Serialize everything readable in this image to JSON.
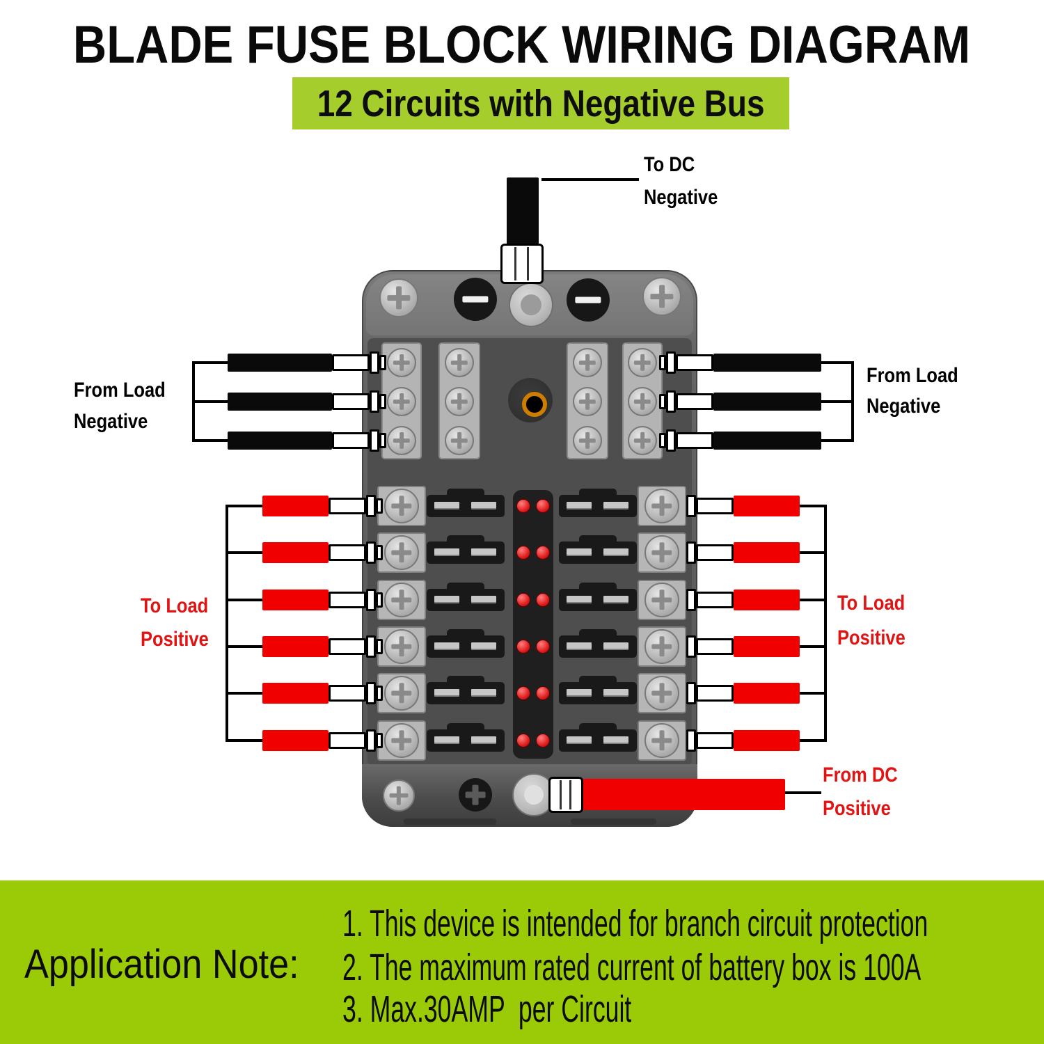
{
  "header": {
    "title": "BLADE FUSE BLOCK WIRING DIAGRAM",
    "subtitle": "12 Circuits with Negative Bus"
  },
  "labels": {
    "to_dc_negative": {
      "line1": "To DC",
      "line2": "Negative"
    },
    "from_load_negative_left": {
      "line1": "From Load",
      "line2": "Negative"
    },
    "from_load_negative_right": {
      "line1": "From Load",
      "line2": "Negative"
    },
    "to_load_positive_left": {
      "line1": "To Load",
      "line2": "Positive"
    },
    "to_load_positive_right": {
      "line1": "To Load",
      "line2": "Positive"
    },
    "from_dc_positive": {
      "line1": "From DC",
      "line2": "Positive"
    }
  },
  "application_note": {
    "heading": "Application Note:",
    "items": [
      "1. This device is intended for branch circuit protection",
      "2. The maximum rated current of battery box is 100A",
      "3. Max.30AMP  per Circuit"
    ]
  },
  "diagram": {
    "circuit_count": 12,
    "fuse_rows_per_side": 6,
    "negative_terminals_per_side": 3,
    "colors": {
      "subtitle_green": "#a5cd2b",
      "footer_green": "#9bcb07",
      "positive_wire_red": "#f10000",
      "negative_wire_black": "#0a0a0a",
      "positive_label_red": "#e11414",
      "led_red": "#e02020",
      "stud_orange": "#cd7d00"
    }
  }
}
